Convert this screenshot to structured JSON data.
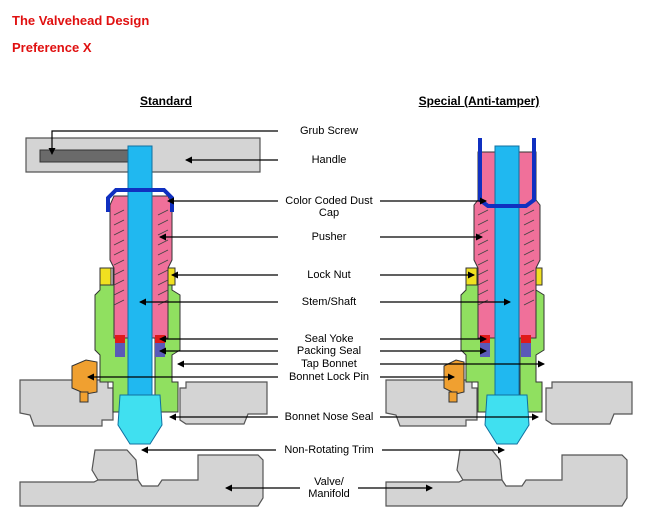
{
  "header": {
    "title": "The Valvehead Design",
    "subtitle": "Preference X"
  },
  "columns": {
    "standard": "Standard",
    "special": "Special (Anti-tamper)"
  },
  "labels": {
    "grub_screw": "Grub Screw",
    "handle": "Handle",
    "dust_cap": "Color Coded Dust Cap",
    "pusher": "Pusher",
    "lock_nut": "Lock Nut",
    "stem_shaft": "Stem/Shaft",
    "seal_yoke": "Seal Yoke",
    "packing_seal": "Packing Seal",
    "tap_bonnet": "Tap Bonnet",
    "bonnet_lock_pin": "Bonnet Lock Pin",
    "bonnet_nose_seal": "Bonnet Nose Seal",
    "non_rotating_trim": "Non-Rotating Trim",
    "valve_manifold": "Valve/ Manifold"
  },
  "colors": {
    "title": "#e01010",
    "handle_body": "#d4d4d4",
    "shaft": "#20b8f0",
    "pusher": "#f0709a",
    "bonnet": "#90e060",
    "lock_nut": "#f0e020",
    "seal_yoke": "#e01a1a",
    "packing_seal": "#5a5ab8",
    "lock_pin": "#f0a030",
    "dust_cap": "#1030c0",
    "trim": "#40e0f0"
  }
}
